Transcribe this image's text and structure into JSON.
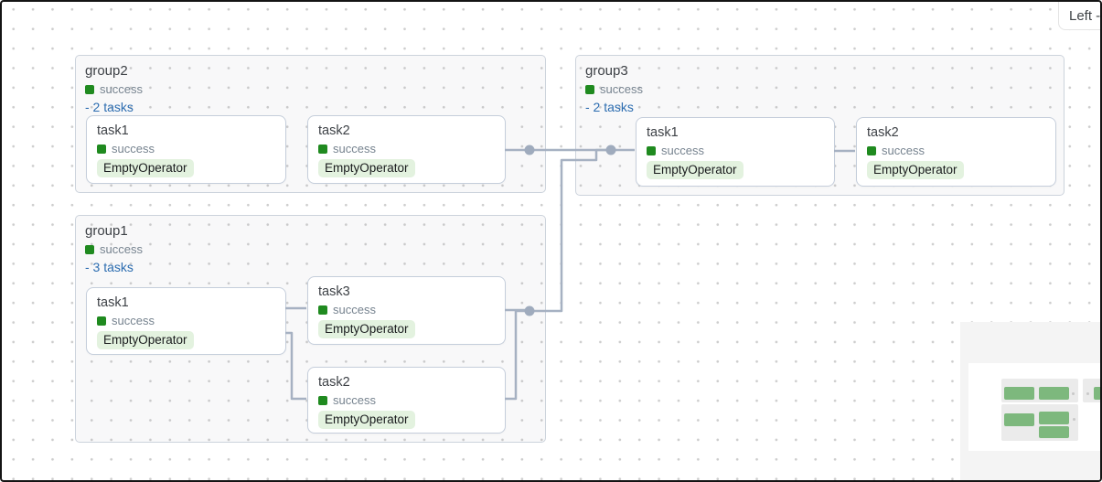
{
  "controls": {
    "direction_label": "Left ->"
  },
  "groups": [
    {
      "label": "group2",
      "status": "success",
      "toggle": "- 2 tasks",
      "tasks": [
        {
          "name": "task1",
          "status": "success",
          "operator": "EmptyOperator"
        },
        {
          "name": "task2",
          "status": "success",
          "operator": "EmptyOperator"
        }
      ]
    },
    {
      "label": "group3",
      "status": "success",
      "toggle": "- 2 tasks",
      "tasks": [
        {
          "name": "task1",
          "status": "success",
          "operator": "EmptyOperator"
        },
        {
          "name": "task2",
          "status": "success",
          "operator": "EmptyOperator"
        }
      ]
    },
    {
      "label": "group1",
      "status": "success",
      "toggle": "- 3 tasks",
      "tasks": [
        {
          "name": "task1",
          "status": "success",
          "operator": "EmptyOperator"
        },
        {
          "name": "task3",
          "status": "success",
          "operator": "EmptyOperator"
        },
        {
          "name": "task2",
          "status": "success",
          "operator": "EmptyOperator"
        }
      ]
    }
  ],
  "colors": {
    "success_green": "#1f8a1f",
    "operator_pill_bg": "#e3f2df",
    "toggle_link_blue": "#2b6cb0",
    "edge_gray": "#a6b1c2",
    "minimap_task_green": "#7db87d"
  }
}
